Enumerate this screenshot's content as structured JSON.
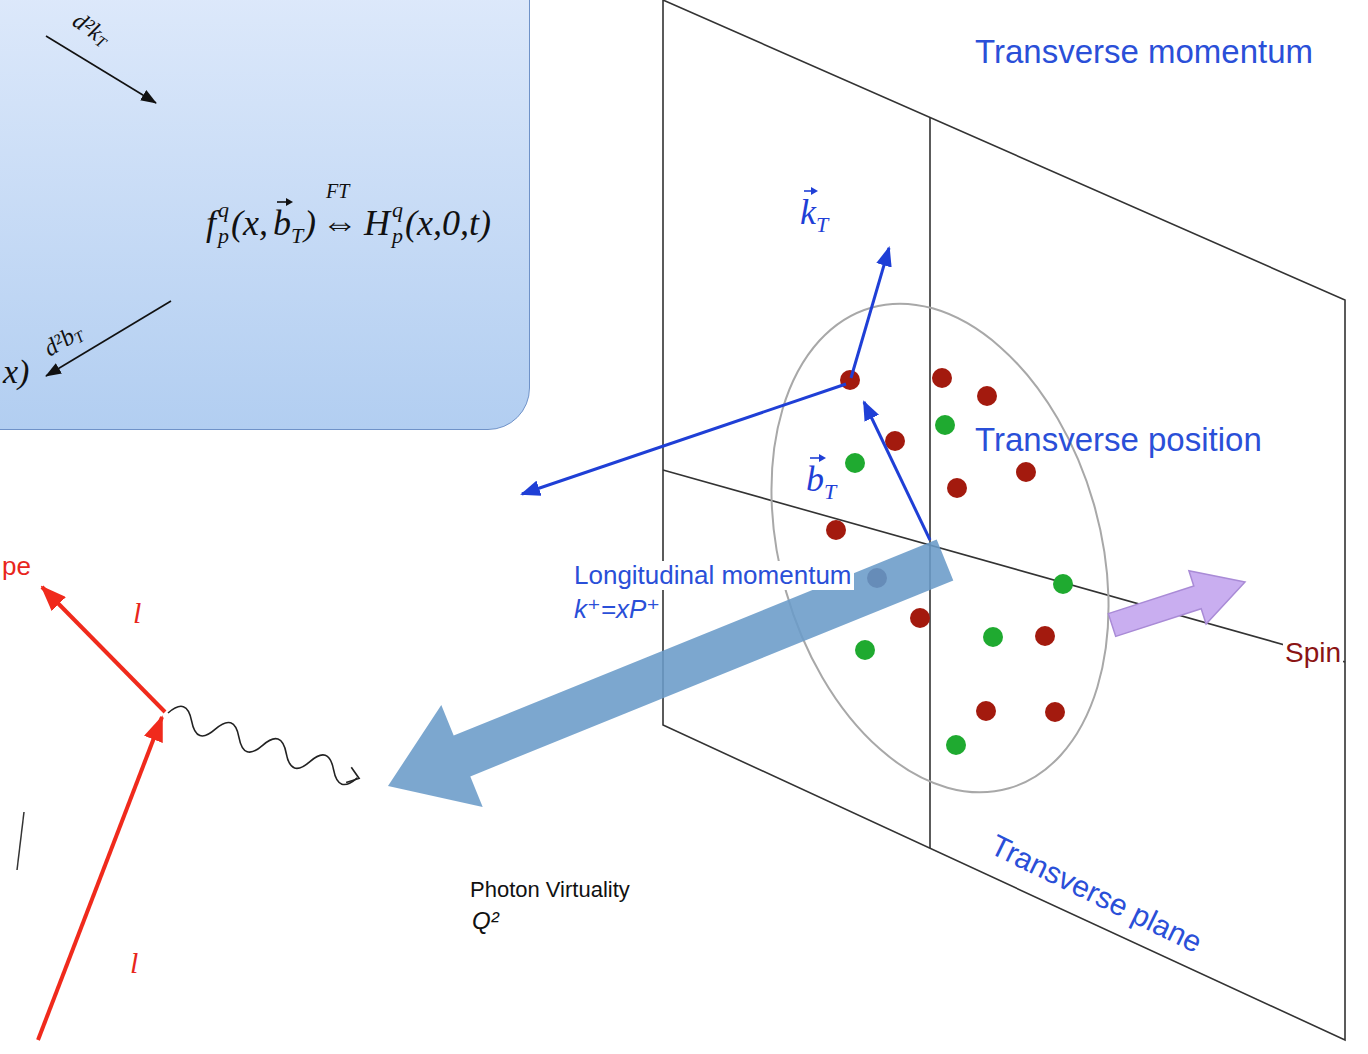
{
  "diagram": {
    "nodes": [
      {
        "text": [
          "d²k",
          "T",
          "f",
          "q",
          "p",
          "(x,",
          "b",
          "T",
          ")",
          "FT",
          "⇔",
          "H",
          "q",
          "p",
          "(x,0,t)",
          "d²b",
          "T",
          "x)"
        ]
      }
    ],
    "labels": [
      "pe",
      "Transverse momentum",
      "k",
      "T",
      "b",
      "T",
      "Transverse position",
      "Longitudinal momentum",
      "k⁺=xP⁺",
      "Spin",
      "Transverse plane",
      "Photon Virtuality",
      "Q²",
      "l",
      "l"
    ]
  }
}
